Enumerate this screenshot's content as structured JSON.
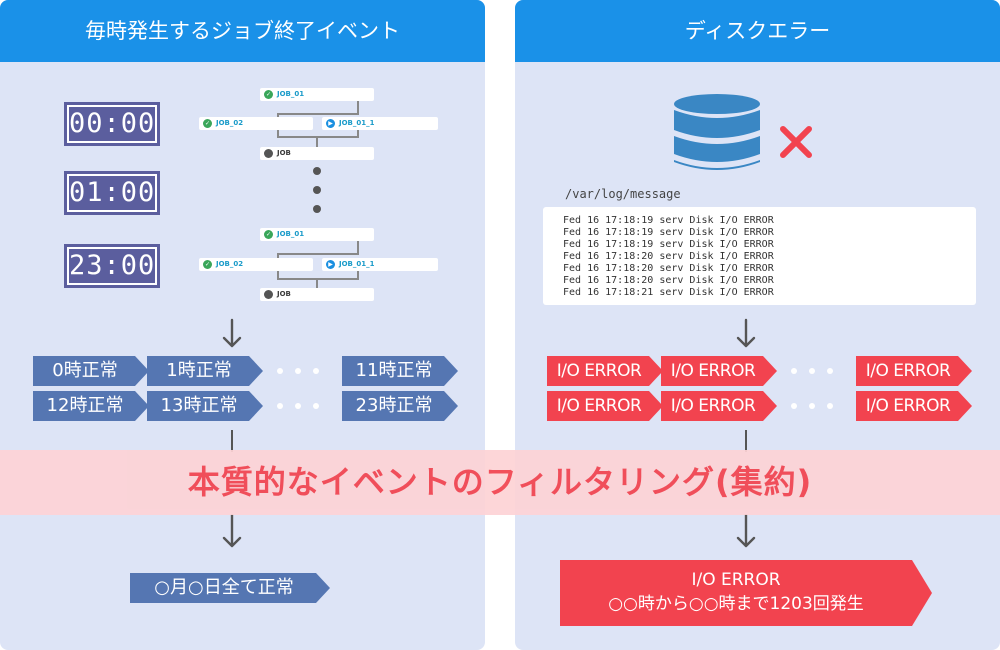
{
  "left_panel": {
    "title": "毎時発生するジョブ終了イベント",
    "clocks": [
      "00:00",
      "01:00",
      "23:00"
    ],
    "job_groups": [
      {
        "top": "JOB_01",
        "left": "JOB_02",
        "right": "JOB_01_1",
        "bottom": "JOB"
      },
      {
        "top": "JOB_01",
        "left": "JOB_02",
        "right": "JOB_01_1",
        "bottom": "JOB"
      }
    ],
    "status_row1": [
      "0時正常",
      "1時正常",
      "11時正常"
    ],
    "status_row2": [
      "12時正常",
      "13時正常",
      "23時正常"
    ],
    "result": "○月○日全て正常"
  },
  "right_panel": {
    "title": "ディスクエラー",
    "log_path": "/var/log/message",
    "log_lines": [
      "Fed 16 17:18:19 serv Disk I/O ERROR",
      "Fed 16 17:18:19 serv Disk I/O ERROR",
      "Fed 16 17:18:19 serv Disk I/O ERROR",
      "Fed 16 17:18:20 serv Disk I/O ERROR",
      "Fed 16 17:18:20 serv Disk I/O ERROR",
      "Fed 16 17:18:20 serv Disk I/O ERROR",
      "Fed 16 17:18:21 serv Disk I/O ERROR"
    ],
    "error_row1": [
      "I/O ERROR",
      "I/O ERROR",
      "I/O ERROR"
    ],
    "error_row2": [
      "I/O ERROR",
      "I/O ERROR",
      "I/O ERROR"
    ],
    "result_line1": "I/O ERROR",
    "result_line2": "○○時から○○時まで1203回発生"
  },
  "band_label": "本質的なイベントのフィルタリング(集約)",
  "colors": {
    "header": "#1a91e8",
    "panel_bg": "#dde4f6",
    "status_blue": "#5576b2",
    "error_red": "#f2434f",
    "clock_bg": "#5b5e9e",
    "band_bg": "#fdd3d6"
  },
  "icons": {
    "database": "database-icon",
    "error_mark": "x-mark-icon",
    "job_ok": "check-circle-icon",
    "job_running": "play-circle-icon",
    "job_pending": "dot-circle-icon",
    "down_arrow": "arrow-down-icon"
  }
}
